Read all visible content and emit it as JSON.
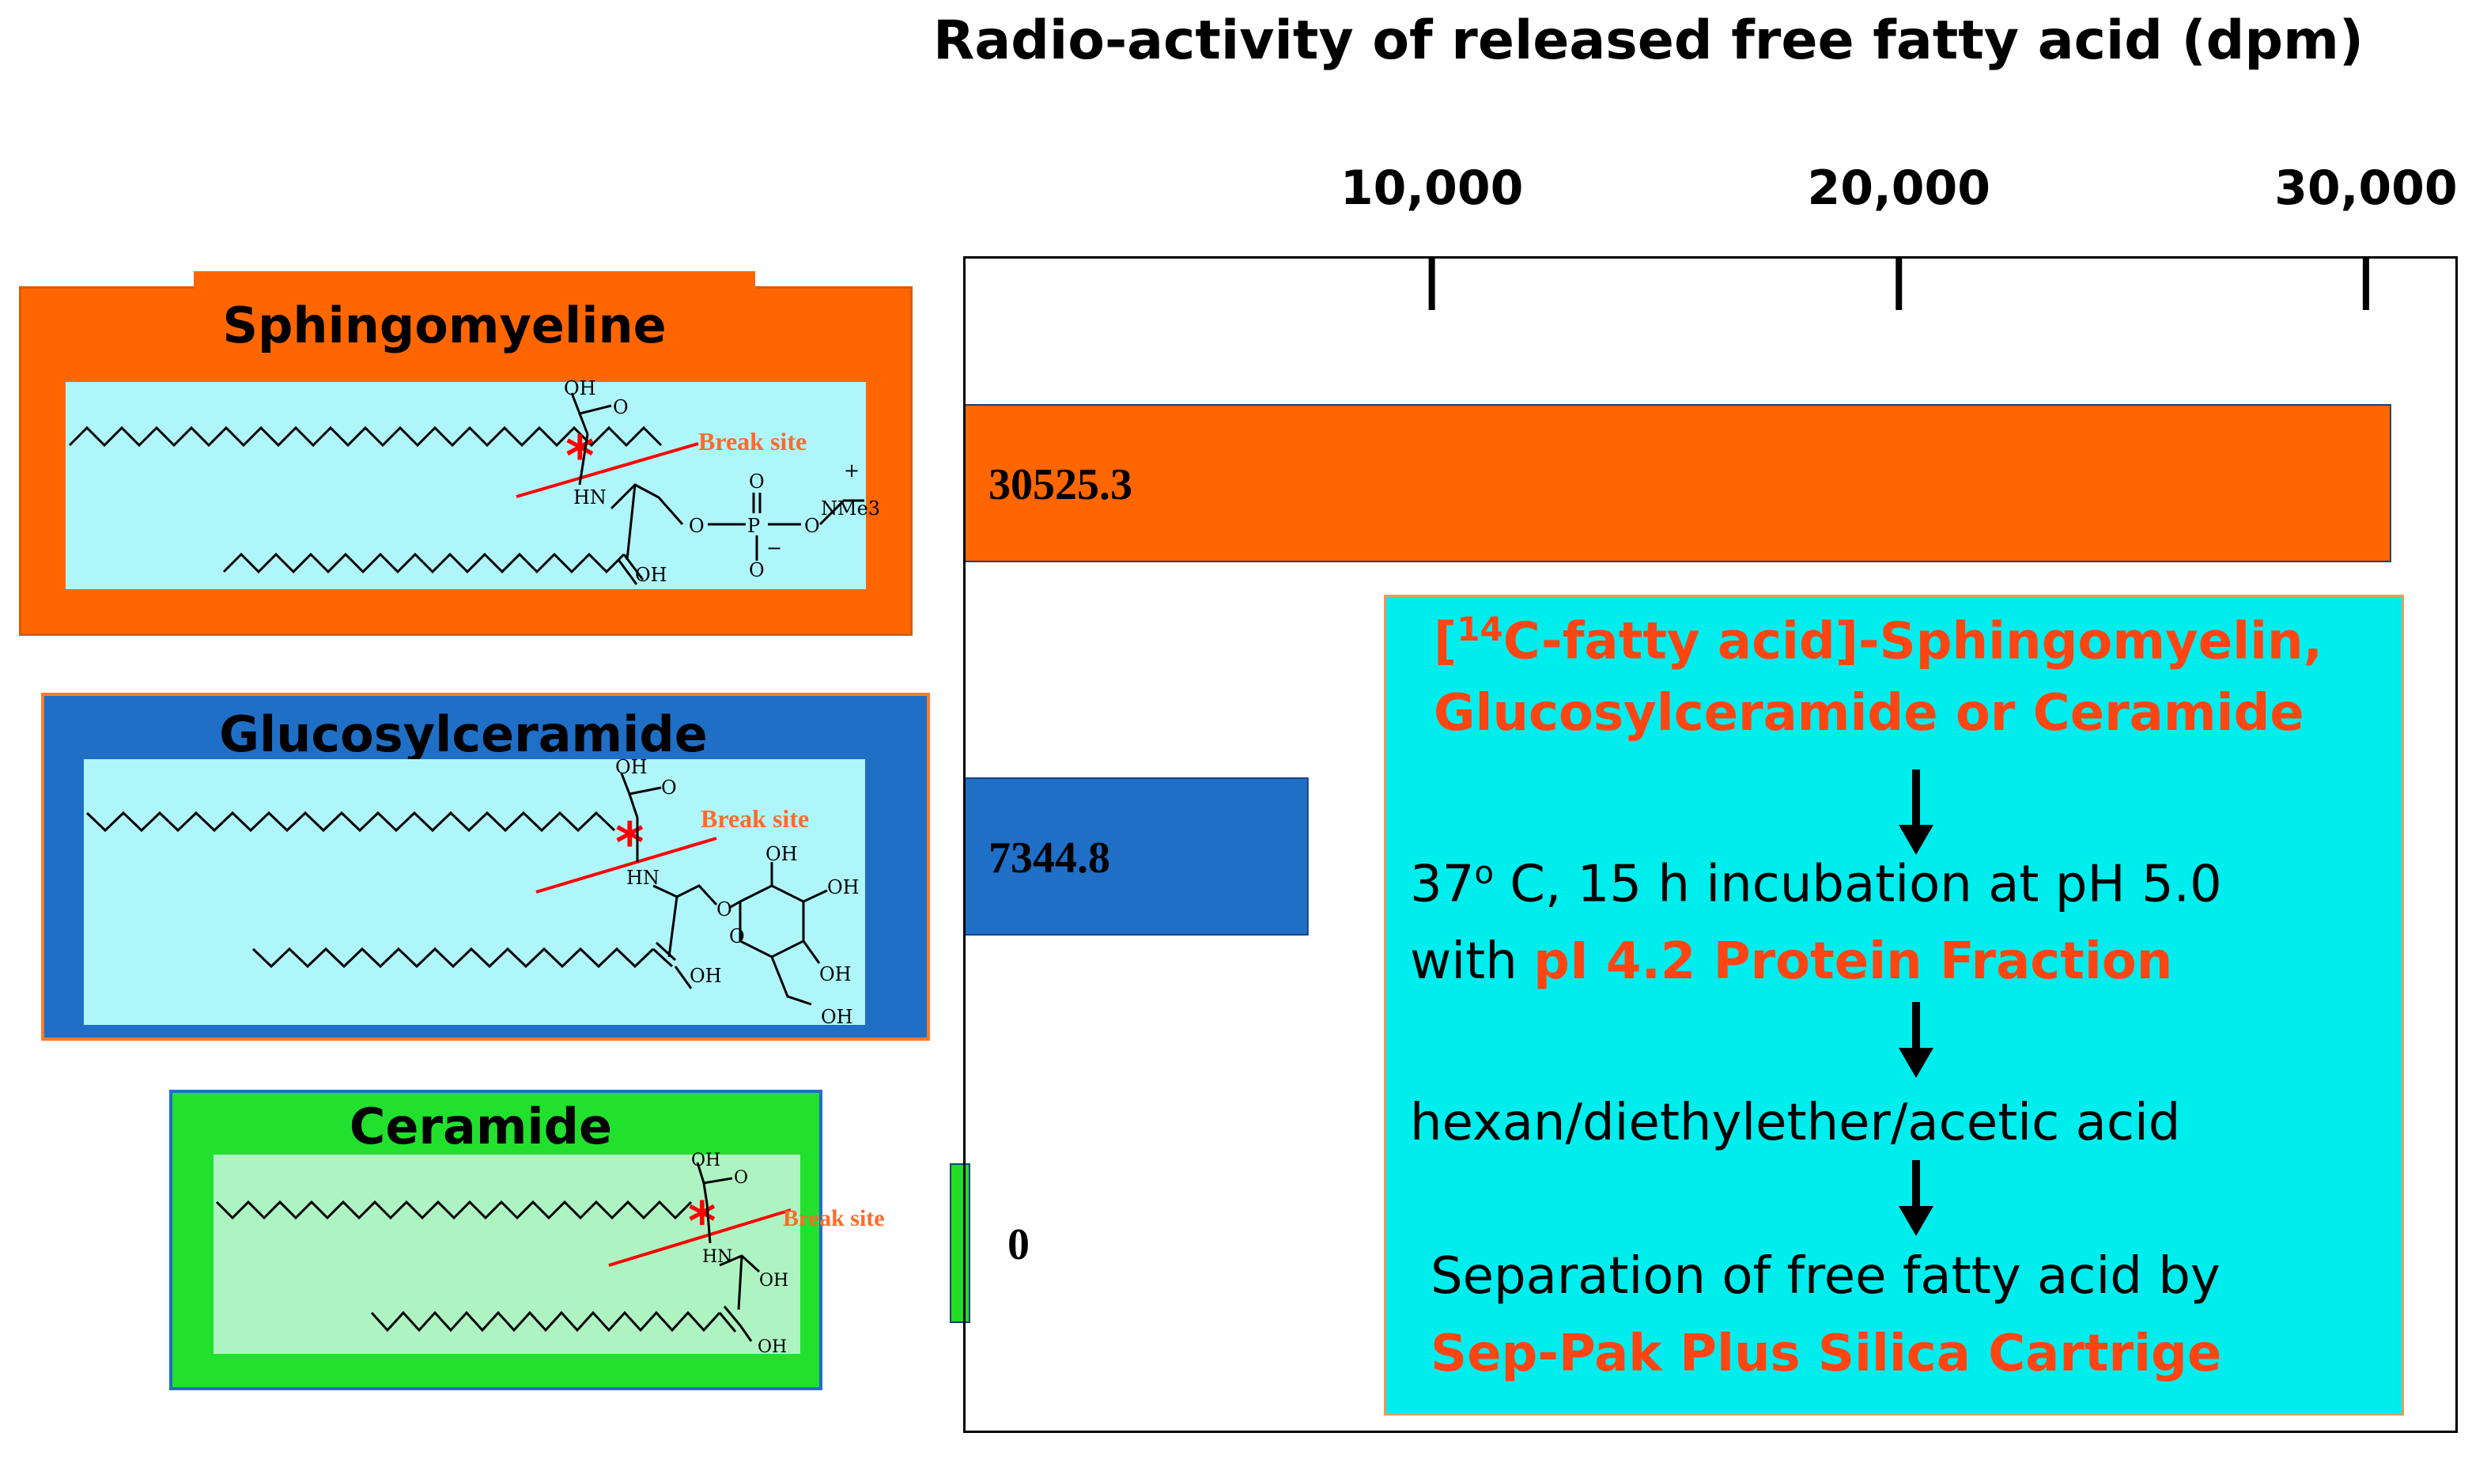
{
  "chart_data": {
    "type": "bar",
    "orientation": "horizontal",
    "title": "Radio-activity of released free fatty acid   (dpm)",
    "xlim": [
      0,
      32000
    ],
    "ticks": [
      10000,
      20000,
      30000
    ],
    "tick_labels": [
      "10,000",
      "20,000",
      "30,000"
    ],
    "categories": [
      "Sphingomyeline",
      "Glucosylceramide",
      "Ceramide"
    ],
    "values": [
      30525.3,
      7344.8,
      0
    ],
    "value_labels": [
      "30525.3",
      "7344.8",
      "0"
    ],
    "colors": [
      "#ff6600",
      "#1f6fc7",
      "#22dd22"
    ],
    "grid": false,
    "legend": "none"
  },
  "panels": {
    "sphingomyeline": {
      "title": "Sphingomyeline",
      "break_label": "Break site",
      "atoms": {
        "oh_top": "OH",
        "o_carbonyl": "O",
        "hn": "HN",
        "o_ester": "O",
        "p": "P",
        "o_up": "O",
        "o_down": "O",
        "minus": "−",
        "o_right": "O",
        "plus": "+",
        "nme3": "NMe3",
        "oh_bottom": "OH"
      }
    },
    "glucosylceramide": {
      "title": "Glucosylceramide",
      "break_label": "Break site",
      "atoms": {
        "oh_top": "OH",
        "o_carbonyl": "O",
        "hn": "HN",
        "o_link": "O",
        "o_ring": "O",
        "oh_1": "OH",
        "oh_2": "OH",
        "oh_3": "OH",
        "oh_4": "OH",
        "oh_5": "OH"
      }
    },
    "ceramide": {
      "title": "Ceramide",
      "break_label": "Break site",
      "atoms": {
        "oh_top": "OH",
        "o_carbonyl": "O",
        "hn": "HN",
        "oh_1": "OH",
        "oh_2": "OH"
      }
    }
  },
  "info_box": {
    "line1_pre": "[",
    "line1_sup": "14",
    "line1_post": "C-fatty acid]-Sphingomyelin,",
    "line2": "Glucosylceramide or Ceramide",
    "line3_pre": "37",
    "line3_sup": "o",
    "line3_post": " C, 15 h incubation at pH 5.0",
    "line4_pre": "with ",
    "line4_red": "pI 4.2 Protein Fraction",
    "line5": "hexan/diethylether/acetic acid",
    "line6": "Separation of free fatty acid by",
    "line7": "Sep-Pak Plus Silica Cartrige"
  }
}
